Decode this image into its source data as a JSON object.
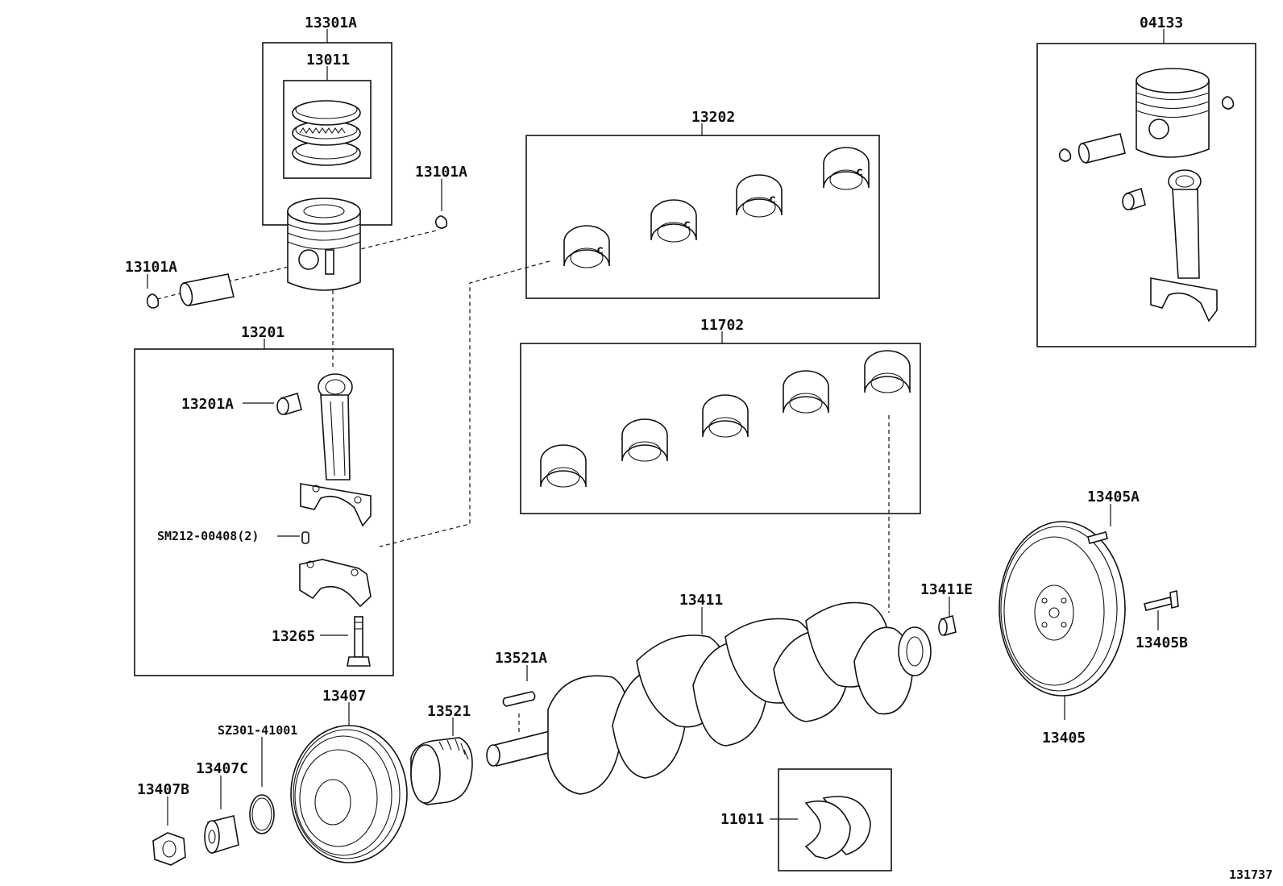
{
  "diagram": {
    "figure_id": "131737",
    "labels": {
      "p13301A": "13301A",
      "p13011": "13011",
      "p13101A_right": "13101A",
      "p13101A_left": "13101A",
      "p13201": "13201",
      "p13201A": "13201A",
      "pSM212": "SM212-00408(2)",
      "p13265": "13265",
      "p13202": "13202",
      "p11702": "11702",
      "p04133": "04133",
      "p13405A": "13405A",
      "p13405B": "13405B",
      "p13405": "13405",
      "p13411E": "13411E",
      "p13411": "13411",
      "p13521A": "13521A",
      "p13521": "13521",
      "p13407": "13407",
      "pSZ301": "SZ301-41001",
      "p13407C": "13407C",
      "p13407B": "13407B",
      "p11011": "11011"
    }
  }
}
